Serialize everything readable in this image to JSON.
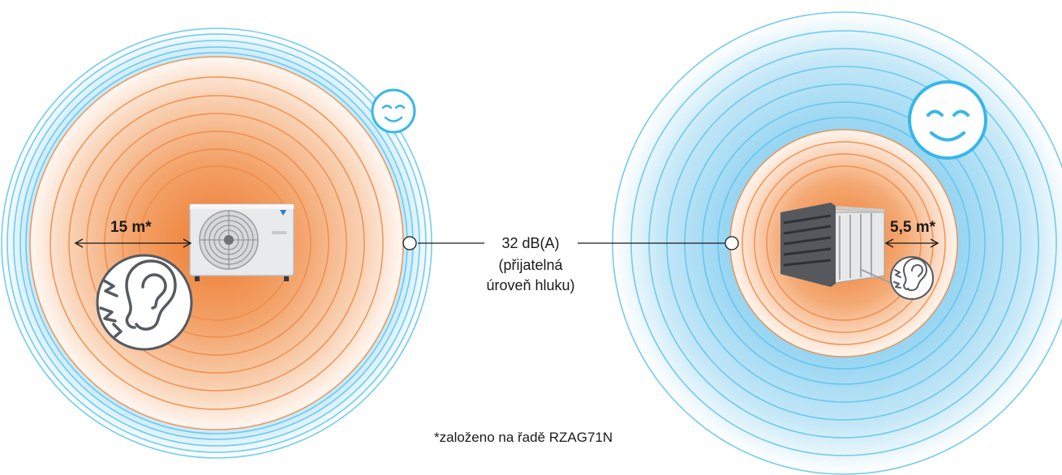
{
  "labels": {
    "left_distance": "15 m*",
    "right_distance": "5,5 m*",
    "noise_level": "32 dB(A)",
    "acceptable_line1": "(přijatelná",
    "acceptable_line2": "úroveň hluku)",
    "footnote": "*založeno na řadě RZAG71N"
  },
  "colors": {
    "sound_blue": "#9fd8f2",
    "blue_ring": "#5cc3ec",
    "sound_orange": "#ee7a2f",
    "orange_ring": "#f08a45",
    "face_blue": "#36b7ea",
    "text": "#1a1a1a"
  },
  "icons": {
    "left_unit": "outdoor-ac-unit",
    "right_unit": "heat-pump-unit",
    "left_ear": "ear-noise-icon",
    "right_ear": "ear-noise-icon",
    "left_face": "smiley-face-icon",
    "right_face": "smiley-face-icon"
  }
}
